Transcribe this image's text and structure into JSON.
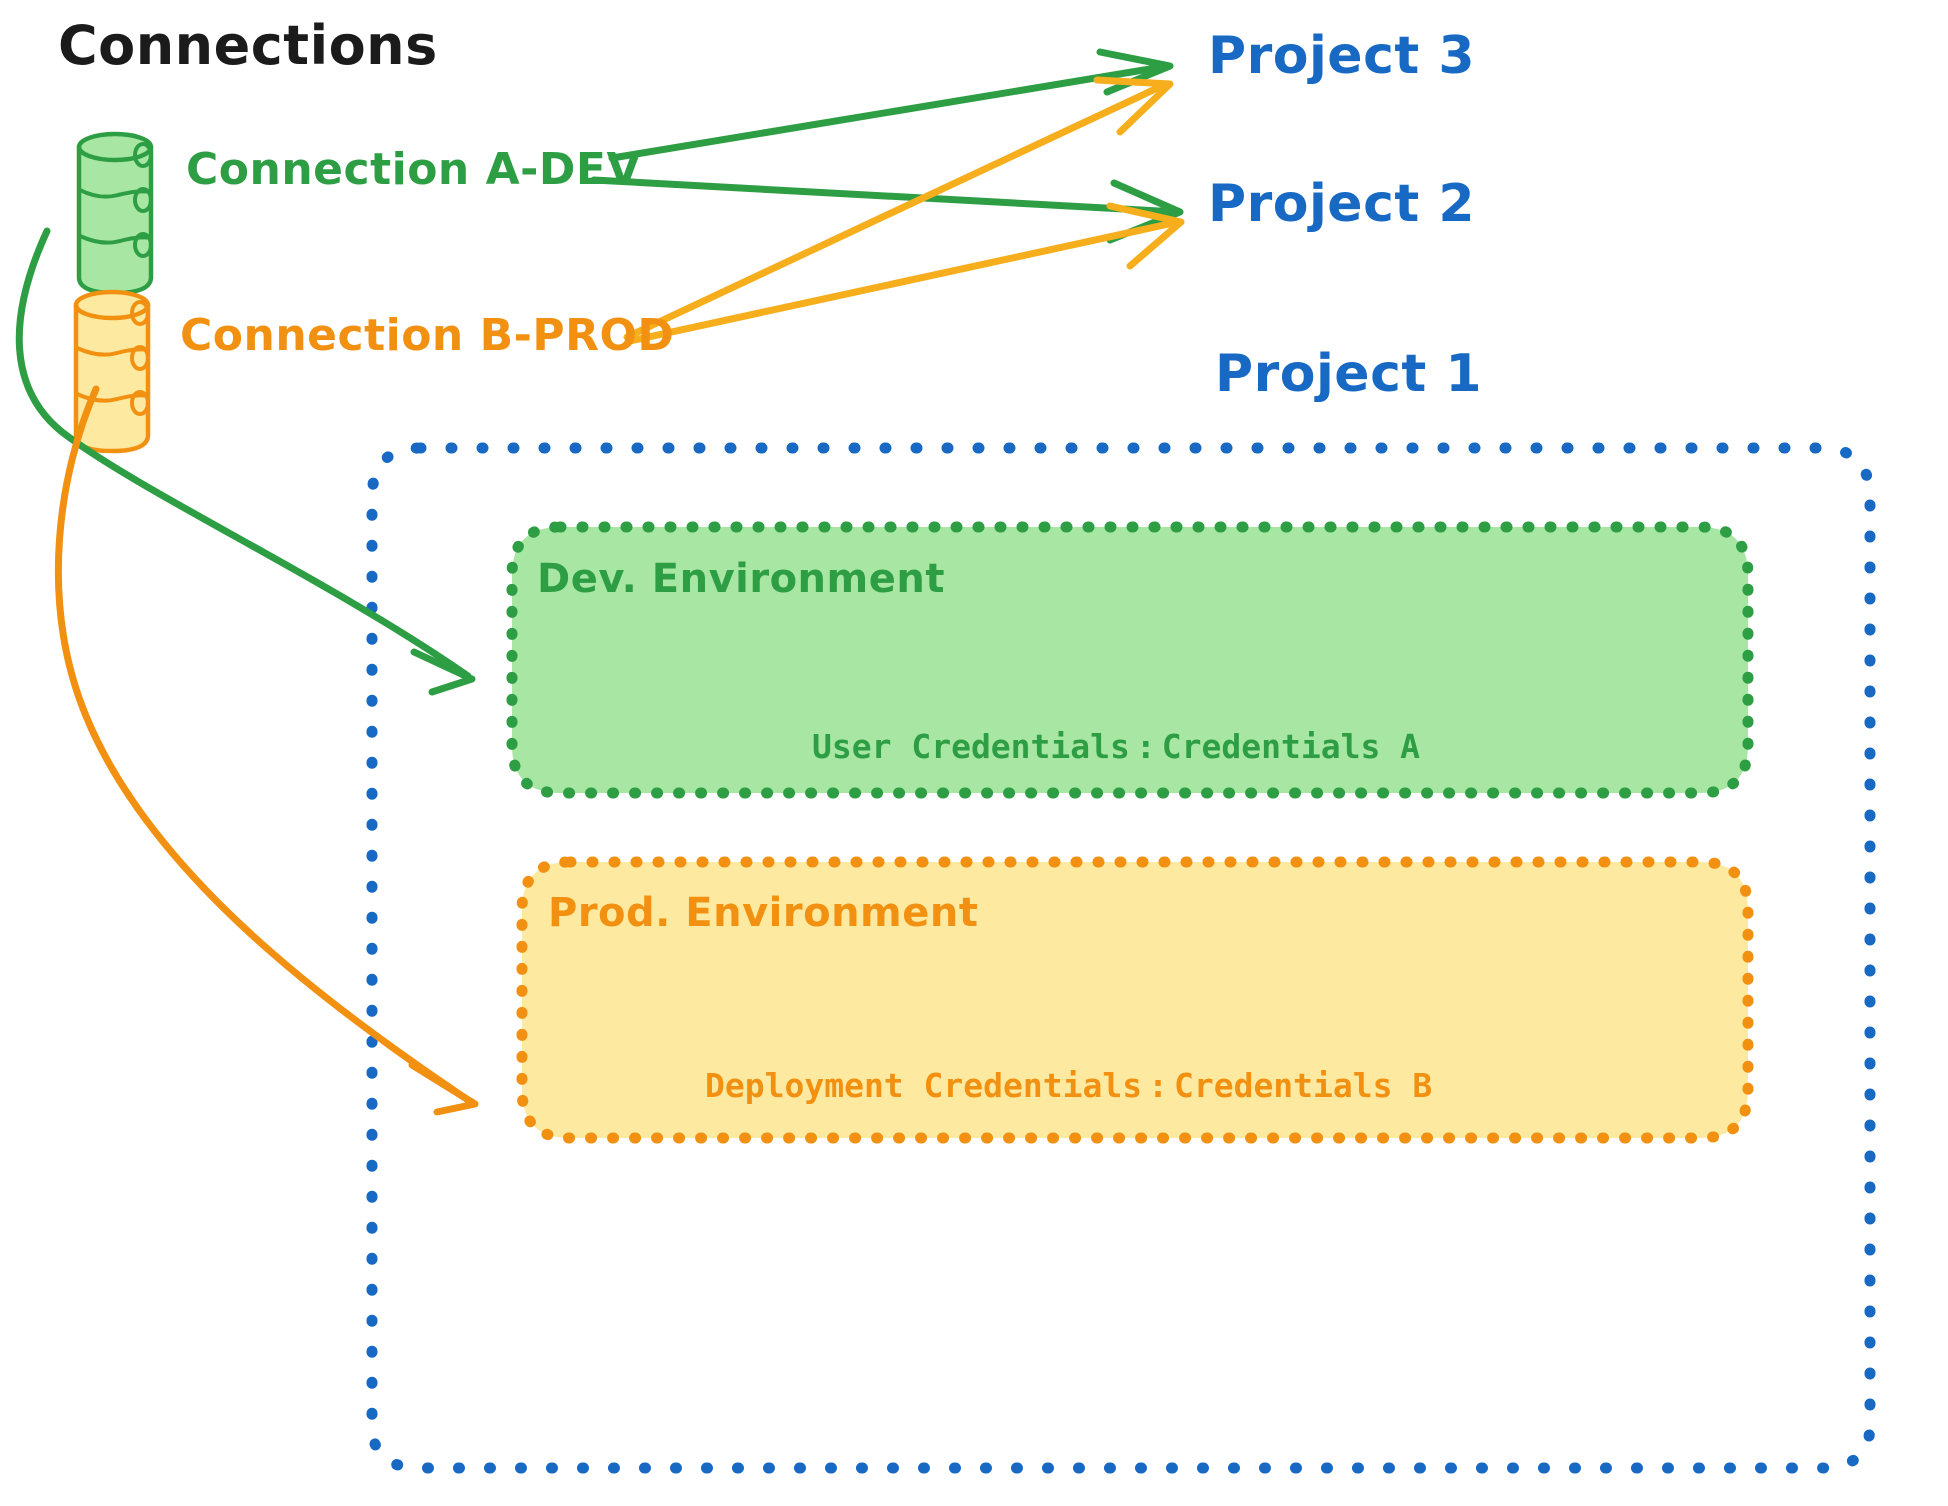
{
  "heading": "Connections",
  "colors": {
    "green_stroke": "#2e9e44",
    "green_fill": "#a8e6a3",
    "orange_stroke": "#f29111",
    "orange_fill": "#fdeaa0",
    "blue": "#1769c4",
    "text_dark": "#1b1b1b",
    "background": "#ffffff"
  },
  "connections": [
    {
      "id": "a-dev",
      "label": "Connection A-DEV",
      "color": "#2e9e44",
      "icon": "database-icon"
    },
    {
      "id": "b-prod",
      "label": "Connection B-PROD",
      "color": "#f29111",
      "icon": "database-icon"
    }
  ],
  "projects": [
    {
      "id": "project-3",
      "label": "Project 3"
    },
    {
      "id": "project-2",
      "label": "Project 2"
    },
    {
      "id": "project-1",
      "label": "Project 1"
    }
  ],
  "project_1_container": {
    "label": "Project 1",
    "border_style": "dotted",
    "border_color": "#1769c4"
  },
  "environments": [
    {
      "id": "dev",
      "title": "Dev. Environment",
      "credential_label": "User Credentials",
      "separator": ":",
      "credential_value": "Credentials A",
      "fill": "#a8e6a3",
      "border_color": "#2e9e44"
    },
    {
      "id": "prod",
      "title": "Prod. Environment",
      "credential_label": "Deployment Credentials",
      "separator": ":",
      "credential_value": "Credentials B",
      "fill": "#fdeaa0",
      "border_color": "#f29111"
    }
  ],
  "edges": [
    {
      "from": "a-dev",
      "to": "project-3",
      "color": "#2e9e44"
    },
    {
      "from": "a-dev",
      "to": "project-2",
      "color": "#2e9e44"
    },
    {
      "from": "a-dev",
      "to": "dev",
      "color": "#2e9e44"
    },
    {
      "from": "b-prod",
      "to": "project-3",
      "color": "#f6ae1c"
    },
    {
      "from": "b-prod",
      "to": "project-2",
      "color": "#f6ae1c"
    },
    {
      "from": "b-prod",
      "to": "prod",
      "color": "#f29111"
    }
  ]
}
